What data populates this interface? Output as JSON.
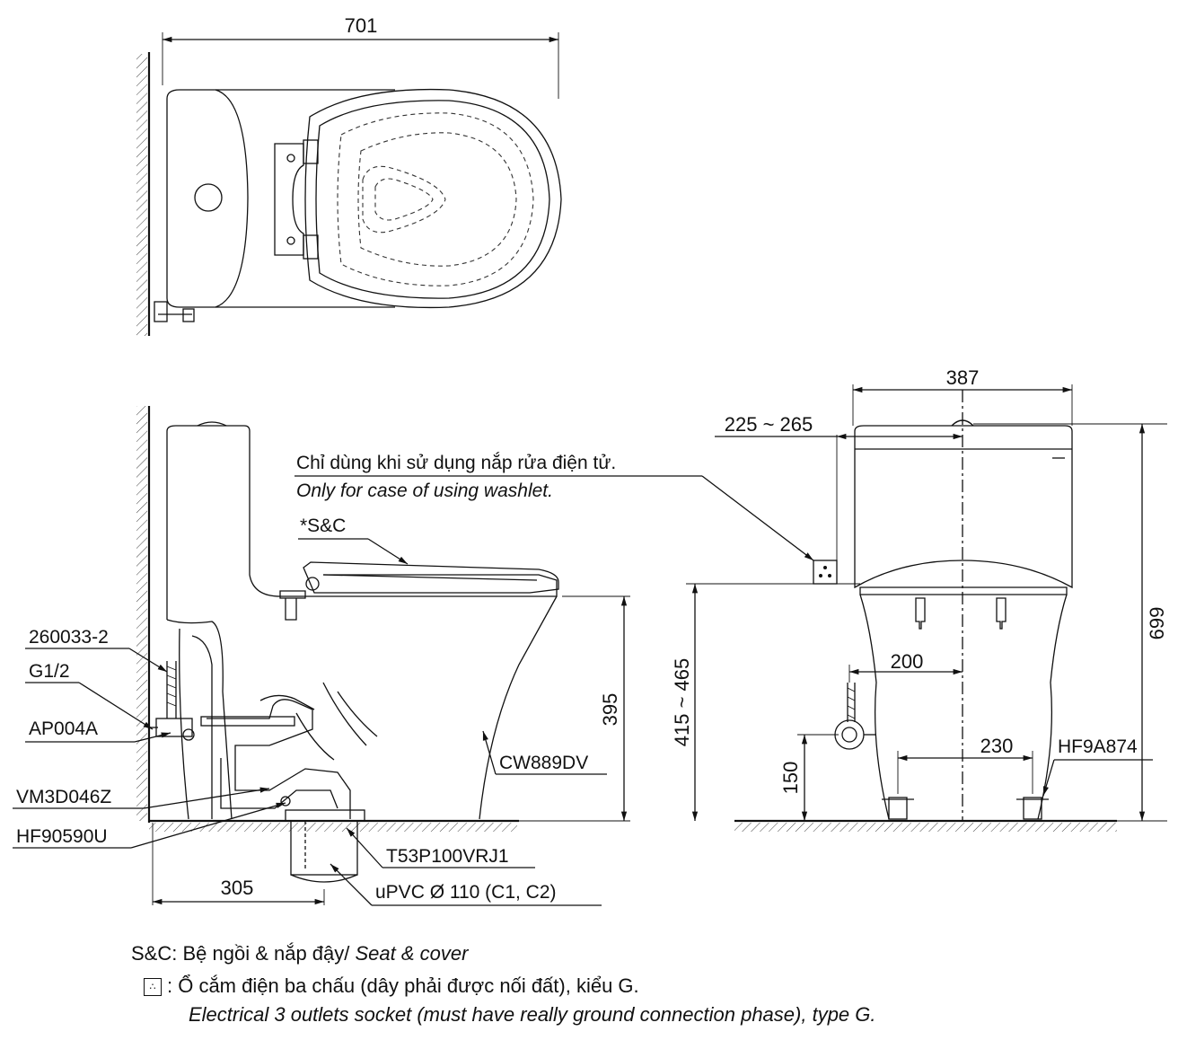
{
  "dimensions": {
    "top_width": "701",
    "side_floor_outlet": "305",
    "side_rim_height": "395",
    "front_width": "387",
    "front_wall_to_socket": "225 ~ 265",
    "front_total_height": "699",
    "front_seat_height": "415 ~ 465",
    "front_supply_offset": "200",
    "front_bolt_spacing": "230",
    "front_supply_height": "150"
  },
  "labels": {
    "washlet_vi": "Chỉ dùng khi sử dụng nắp rửa điện tử.",
    "washlet_en": "Only for case of using washlet.",
    "seat_cover": "*S&C",
    "part_260033": "260033-2",
    "part_g12": "G1/2",
    "part_ap004a": "AP004A",
    "part_vm3d046z": "VM3D046Z",
    "part_hf90590u": "HF90590U",
    "part_cw889dv": "CW889DV",
    "part_t53p100vrj1": "T53P100VRJ1",
    "part_upvc": "uPVC Ø 110 (C1, C2)",
    "part_hf9a874": "HF9A874"
  },
  "legend": {
    "sc_prefix": "S&C: Bệ ngồi & nắp đậy/ ",
    "sc_en": "Seat & cover",
    "socket_symbol": "∴",
    "socket_vi": ": Ổ cắm điện ba chấu (dây phải được nối đất), kiểu G.",
    "socket_en": "Electrical 3 outlets socket (must have really ground connection phase), type G."
  }
}
